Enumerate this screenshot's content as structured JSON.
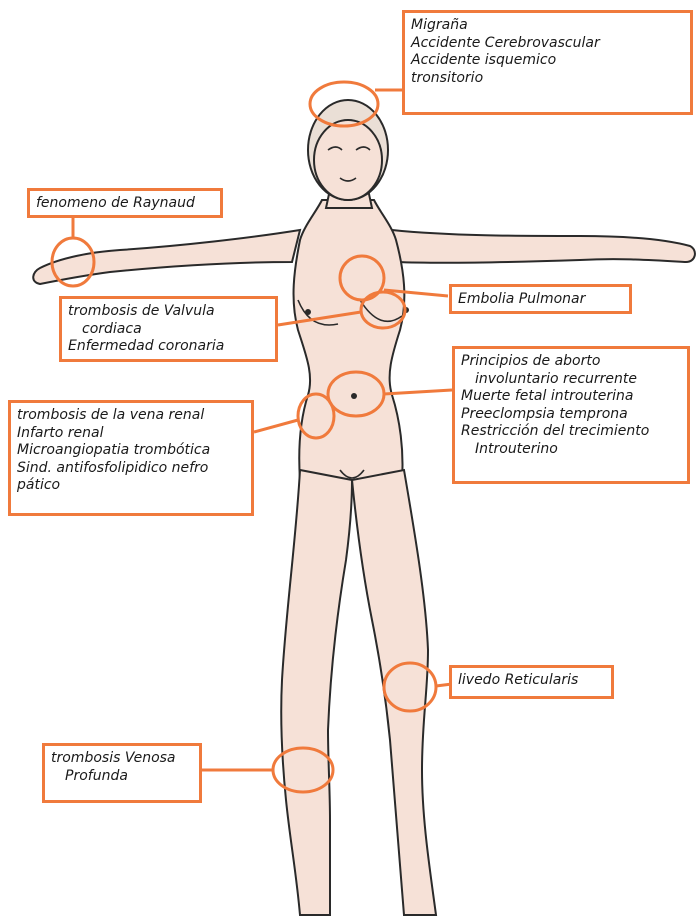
{
  "labels": {
    "head": [
      "Migraña",
      "Accidente Cerebrovascular",
      "Accidente isquemico",
      "tronsitorio"
    ],
    "raynaud": [
      "fenomeno de Raynaud"
    ],
    "heart": [
      "trombosis de Valvula",
      "cordiaca",
      "Enfermedad coronaria"
    ],
    "lung": [
      "Embolia Pulmonar"
    ],
    "pregnancy": [
      "Principios de aborto",
      "involuntario recurrente",
      "Muerte fetal introuterina",
      "Preeclompsia temprona",
      "Restricción del trecimiento",
      "Introuterino"
    ],
    "kidney": [
      "trombosis de la vena renal",
      "Infarto renal",
      "Microangiopatia trombótica",
      "Sind. antifosfolipidico nefro",
      "pático"
    ],
    "knee": [
      "livedo Reticularis"
    ],
    "calf": [
      "trombosis Venosa",
      "Profunda"
    ]
  },
  "colors": {
    "accent": "#F07A3C",
    "skin": "#F6E1D7"
  }
}
